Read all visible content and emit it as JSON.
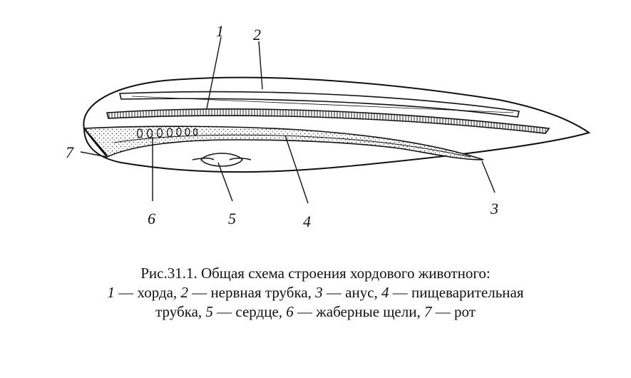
{
  "labels": {
    "l1": "1",
    "l2": "2",
    "l3": "3",
    "l4": "4",
    "l5": "5",
    "l6": "6",
    "l7": "7"
  },
  "caption": {
    "title": "Рис.31.1. Общая схема строения хордового животного:",
    "items": [
      {
        "num": "1",
        "text": " — хорда, "
      },
      {
        "num": "2",
        "text": " — нервная трубка, "
      },
      {
        "num": "3",
        "text": " — анус, "
      },
      {
        "num": "4",
        "text": " — пищеварительная"
      },
      {
        "num": "",
        "text": "трубка, "
      },
      {
        "num": "5",
        "text": " — сердце, "
      },
      {
        "num": "6",
        "text": " — жаберные щели, "
      },
      {
        "num": "7",
        "text": " — рот"
      }
    ]
  }
}
